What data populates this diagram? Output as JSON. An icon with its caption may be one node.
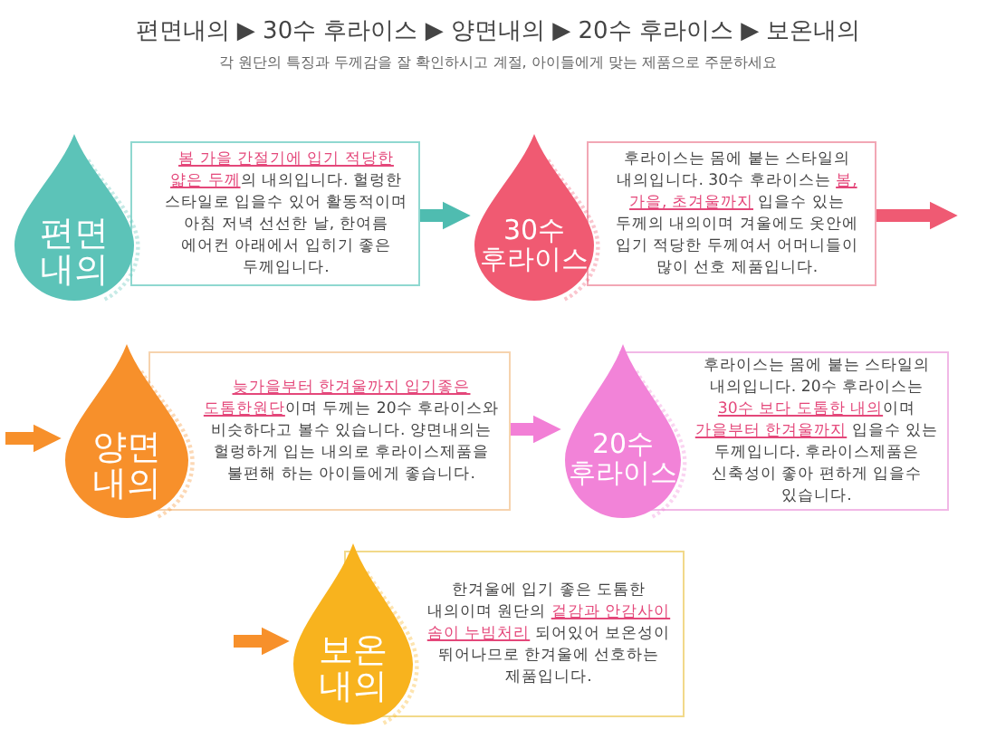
{
  "diagram": {
    "title": "편면내의 ▶ 30수 후라이스 ▶ 양면내의 ▶ 20수 후라이스 ▶ 보온내의",
    "nodes": [
      {
        "text": [
          "편면 내의",
          "**봄 가을 간절기에 입기 적당한 얇은 두께**의 내의입니다. 헐렁한 스타일로 입을수 있어 활동적이며 아침 저녁 선선한 날, 한여름 에어컨 아래에서 입히기 좋은 두께입니다."
        ]
      },
      {
        "text": [
          "30수 후라이스",
          "후라이스는 몸에 붙는 스타일의 내의입니다. 30수 후라이스는 **봄, 가을, 초겨울까지** 입을수 있는 두께의 내의이며 겨울에도 옷안에 입기 적당한 두께여서 어머니들이 많이 선호 제품입니다."
        ]
      },
      {
        "text": [
          "양면 내의",
          "**늦가을부터 한겨울까지 입기좋은 도톰한원단**이며 두께는 20수 후라이스와 비슷하다고 볼수 있습니다. 양면내의는 헐렁하게 입는 내의로 후라이스제품을 불편해 하는 아이들에게 좋습니다."
        ]
      },
      {
        "text": [
          "20수 후라이스",
          "후라이스는 몸에 붙는 스타일의 내의입니다. 20수 후라이스는 **30수 보다 도톰한 내의**이며 **가을부터 한겨울까지** 입을수 있는 두께입니다. 후라이스제품은 신축성이 좋아 편하게 입을수 있습니다."
        ]
      },
      {
        "text": [
          "보온 내의",
          "한겨울에 입기 좋은 도톰한 내의이며 원단의 **겉감과 안감사이 솜이 누빔처리** 되어있어 보온성이 뛰어나므로 한겨울에 선호하는 제품입니다."
        ]
      }
    ],
    "edges": [
      {
        "from": 0,
        "to": 1,
        "arrow": "to",
        "color": "#4fbcb0"
      },
      {
        "from": 1,
        "to": null,
        "arrow": "to",
        "color": "#ef5a73"
      },
      {
        "from": null,
        "to": 2,
        "arrow": "to",
        "color": "#f7902b"
      },
      {
        "from": 2,
        "to": 3,
        "arrow": "to",
        "color": "#f27fd6"
      },
      {
        "from": null,
        "to": 4,
        "arrow": "to",
        "color": "#f7902b"
      }
    ],
    "labels": [
      "각 원단의 특징과 두께감을 잘 확인하시고 계절, 아이들에게 맞는 제품으로 주문하세요"
    ]
  }
}
